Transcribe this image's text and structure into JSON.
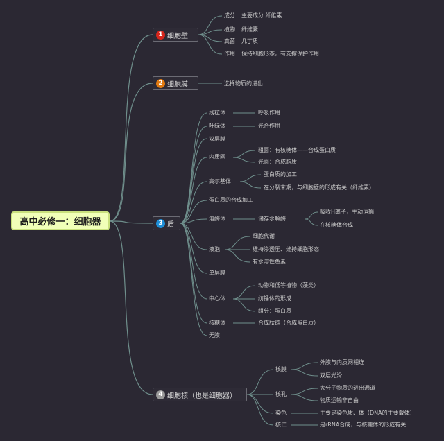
{
  "root": {
    "label": "高中必修一：细胞器"
  },
  "branches": [
    {
      "num": "1",
      "label": "细胞壁",
      "color": "#d7261c",
      "children": [
        {
          "key": "成分",
          "value": "主要成分 纤维素"
        },
        {
          "key": "植物",
          "value": "纤维素"
        },
        {
          "key": "真菌",
          "value": "几丁质"
        },
        {
          "key": "作用",
          "value": "保持细胞形态，有支撑保护作用"
        }
      ]
    },
    {
      "num": "2",
      "label": "细胞膜",
      "color": "#e07a12",
      "children": [
        {
          "value": "选择物质的进出"
        }
      ]
    },
    {
      "num": "3",
      "label": "质",
      "color": "#1f8fd8",
      "children": [
        {
          "key": "线粒体",
          "items": [
            "呼吸作用"
          ]
        },
        {
          "key": "叶绿体",
          "items": [
            "光合作用"
          ]
        },
        {
          "key": "双层膜"
        },
        {
          "key": "内质网",
          "items": [
            "粗面：有核糖体——合成蛋白质",
            "光面：合成脂质"
          ]
        },
        {
          "key": "高尔基体",
          "items": [
            "蛋白质的加工",
            "在分裂末期，与细胞壁的形成有关（纤维素）"
          ]
        },
        {
          "key": "蛋白质的合成加工"
        },
        {
          "key": "溶酶体",
          "items": [
            {
              "label": "储存水解酶",
              "items": [
                "吸收H离子，主动运输",
                "在核糖体合成"
              ]
            }
          ]
        },
        {
          "key": "液泡",
          "items": [
            "细胞代谢",
            "维持渗透压、维持细胞形态",
            "有水溶性色素"
          ]
        },
        {
          "key": "单层膜"
        },
        {
          "key": "中心体",
          "items": [
            "动物和低等植物（藻类）",
            "纺锤体的形成",
            "组分：蛋白质"
          ]
        },
        {
          "key": "核糖体",
          "items": [
            "合成肽链（合成蛋白质）"
          ]
        },
        {
          "key": "无膜"
        }
      ]
    },
    {
      "num": "4",
      "label": "细胞核（也是细胞器）",
      "color": "#9a9a9a",
      "children": [
        {
          "key": "核膜",
          "items": [
            "外膜与内质网相连",
            "双层光滑"
          ]
        },
        {
          "key": "核孔",
          "items": [
            "大分子物质的进出通道",
            "物质运输非自由"
          ]
        },
        {
          "key": "染色",
          "items": [
            "主要是染色质、体（DNA的主要载体）"
          ]
        },
        {
          "key": "核仁",
          "items": [
            "是rRNA合成，与核糖体的形成有关"
          ]
        }
      ]
    }
  ],
  "colors": {
    "line": "#6f8f8c",
    "text": "#c9c9c9",
    "background": "#2b2833"
  }
}
